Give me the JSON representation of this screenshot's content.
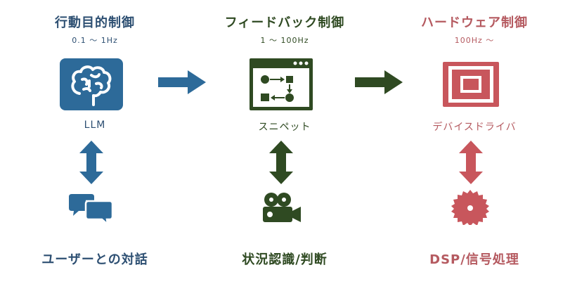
{
  "columns": [
    {
      "title": "行動目的制御",
      "frequency": "0.1 ～ 1Hz",
      "icon": "brain-icon",
      "sub_label": "LLM",
      "bottom_icon": "chat-bubbles-icon",
      "bottom_label": "ユーザーとの対話",
      "color": "#2d4f72"
    },
    {
      "title": "フィードバック制御",
      "frequency": "1 ～ 100Hz",
      "icon": "code-window-icon",
      "sub_label": "スニペット",
      "bottom_icon": "video-camera-icon",
      "bottom_label": "状況認識/判断",
      "color": "#2f4a22"
    },
    {
      "title": "ハードウェア制御",
      "frequency": "100Hz ～",
      "icon": "chip-icon",
      "sub_label": "デバイスドライバ",
      "bottom_icon": "saw-blade-icon",
      "bottom_label": "DSP/信号処理",
      "color": "#b55a60"
    }
  ],
  "arrows": [
    {
      "name": "arrow-llm-to-snippet",
      "color": "#2d6a99"
    },
    {
      "name": "arrow-snippet-to-driver",
      "color": "#2f4a22"
    }
  ]
}
